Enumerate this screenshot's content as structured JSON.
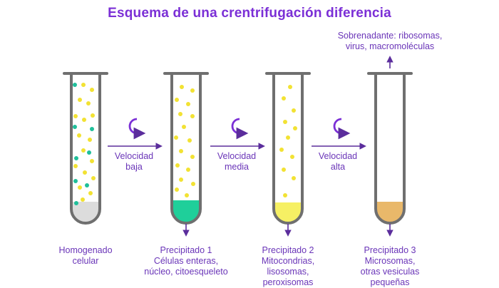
{
  "title": "Esquema de una crentrifugación diferencia",
  "supernatant": {
    "line1": "Sobrenadante: ribosomas,",
    "line2": "virus, macromoléculas"
  },
  "steps": [
    {
      "line1": "Velocidad",
      "line2": "baja"
    },
    {
      "line1": "Velocidad",
      "line2": "media"
    },
    {
      "line1": "Velocidad",
      "line2": "alta"
    }
  ],
  "tubes": [
    {
      "lines": [
        "Homogenado",
        "celular"
      ],
      "pellet_color": "#dcdcdc"
    },
    {
      "lines": [
        "Precipitado 1",
        "Células enteras,",
        "núcleo, citoesqueleto"
      ],
      "pellet_color": "#1fcf9a"
    },
    {
      "lines": [
        "Precipitado 2",
        "Mitocondrias,",
        "lisosomas,",
        "peroxisomas"
      ],
      "pellet_color": "#f6f064"
    },
    {
      "lines": [
        "Precipitado 3",
        "Microsomas,",
        "otras vesiculas",
        "pequeñas"
      ],
      "pellet_color": "#e9b86a"
    }
  ],
  "colors": {
    "accent": "#7b2fd6",
    "arrow": "#5b2d9c",
    "tube": "#6f6f6f",
    "yellow_particle": "#f2e233",
    "teal_particle": "#1fbf9a"
  }
}
